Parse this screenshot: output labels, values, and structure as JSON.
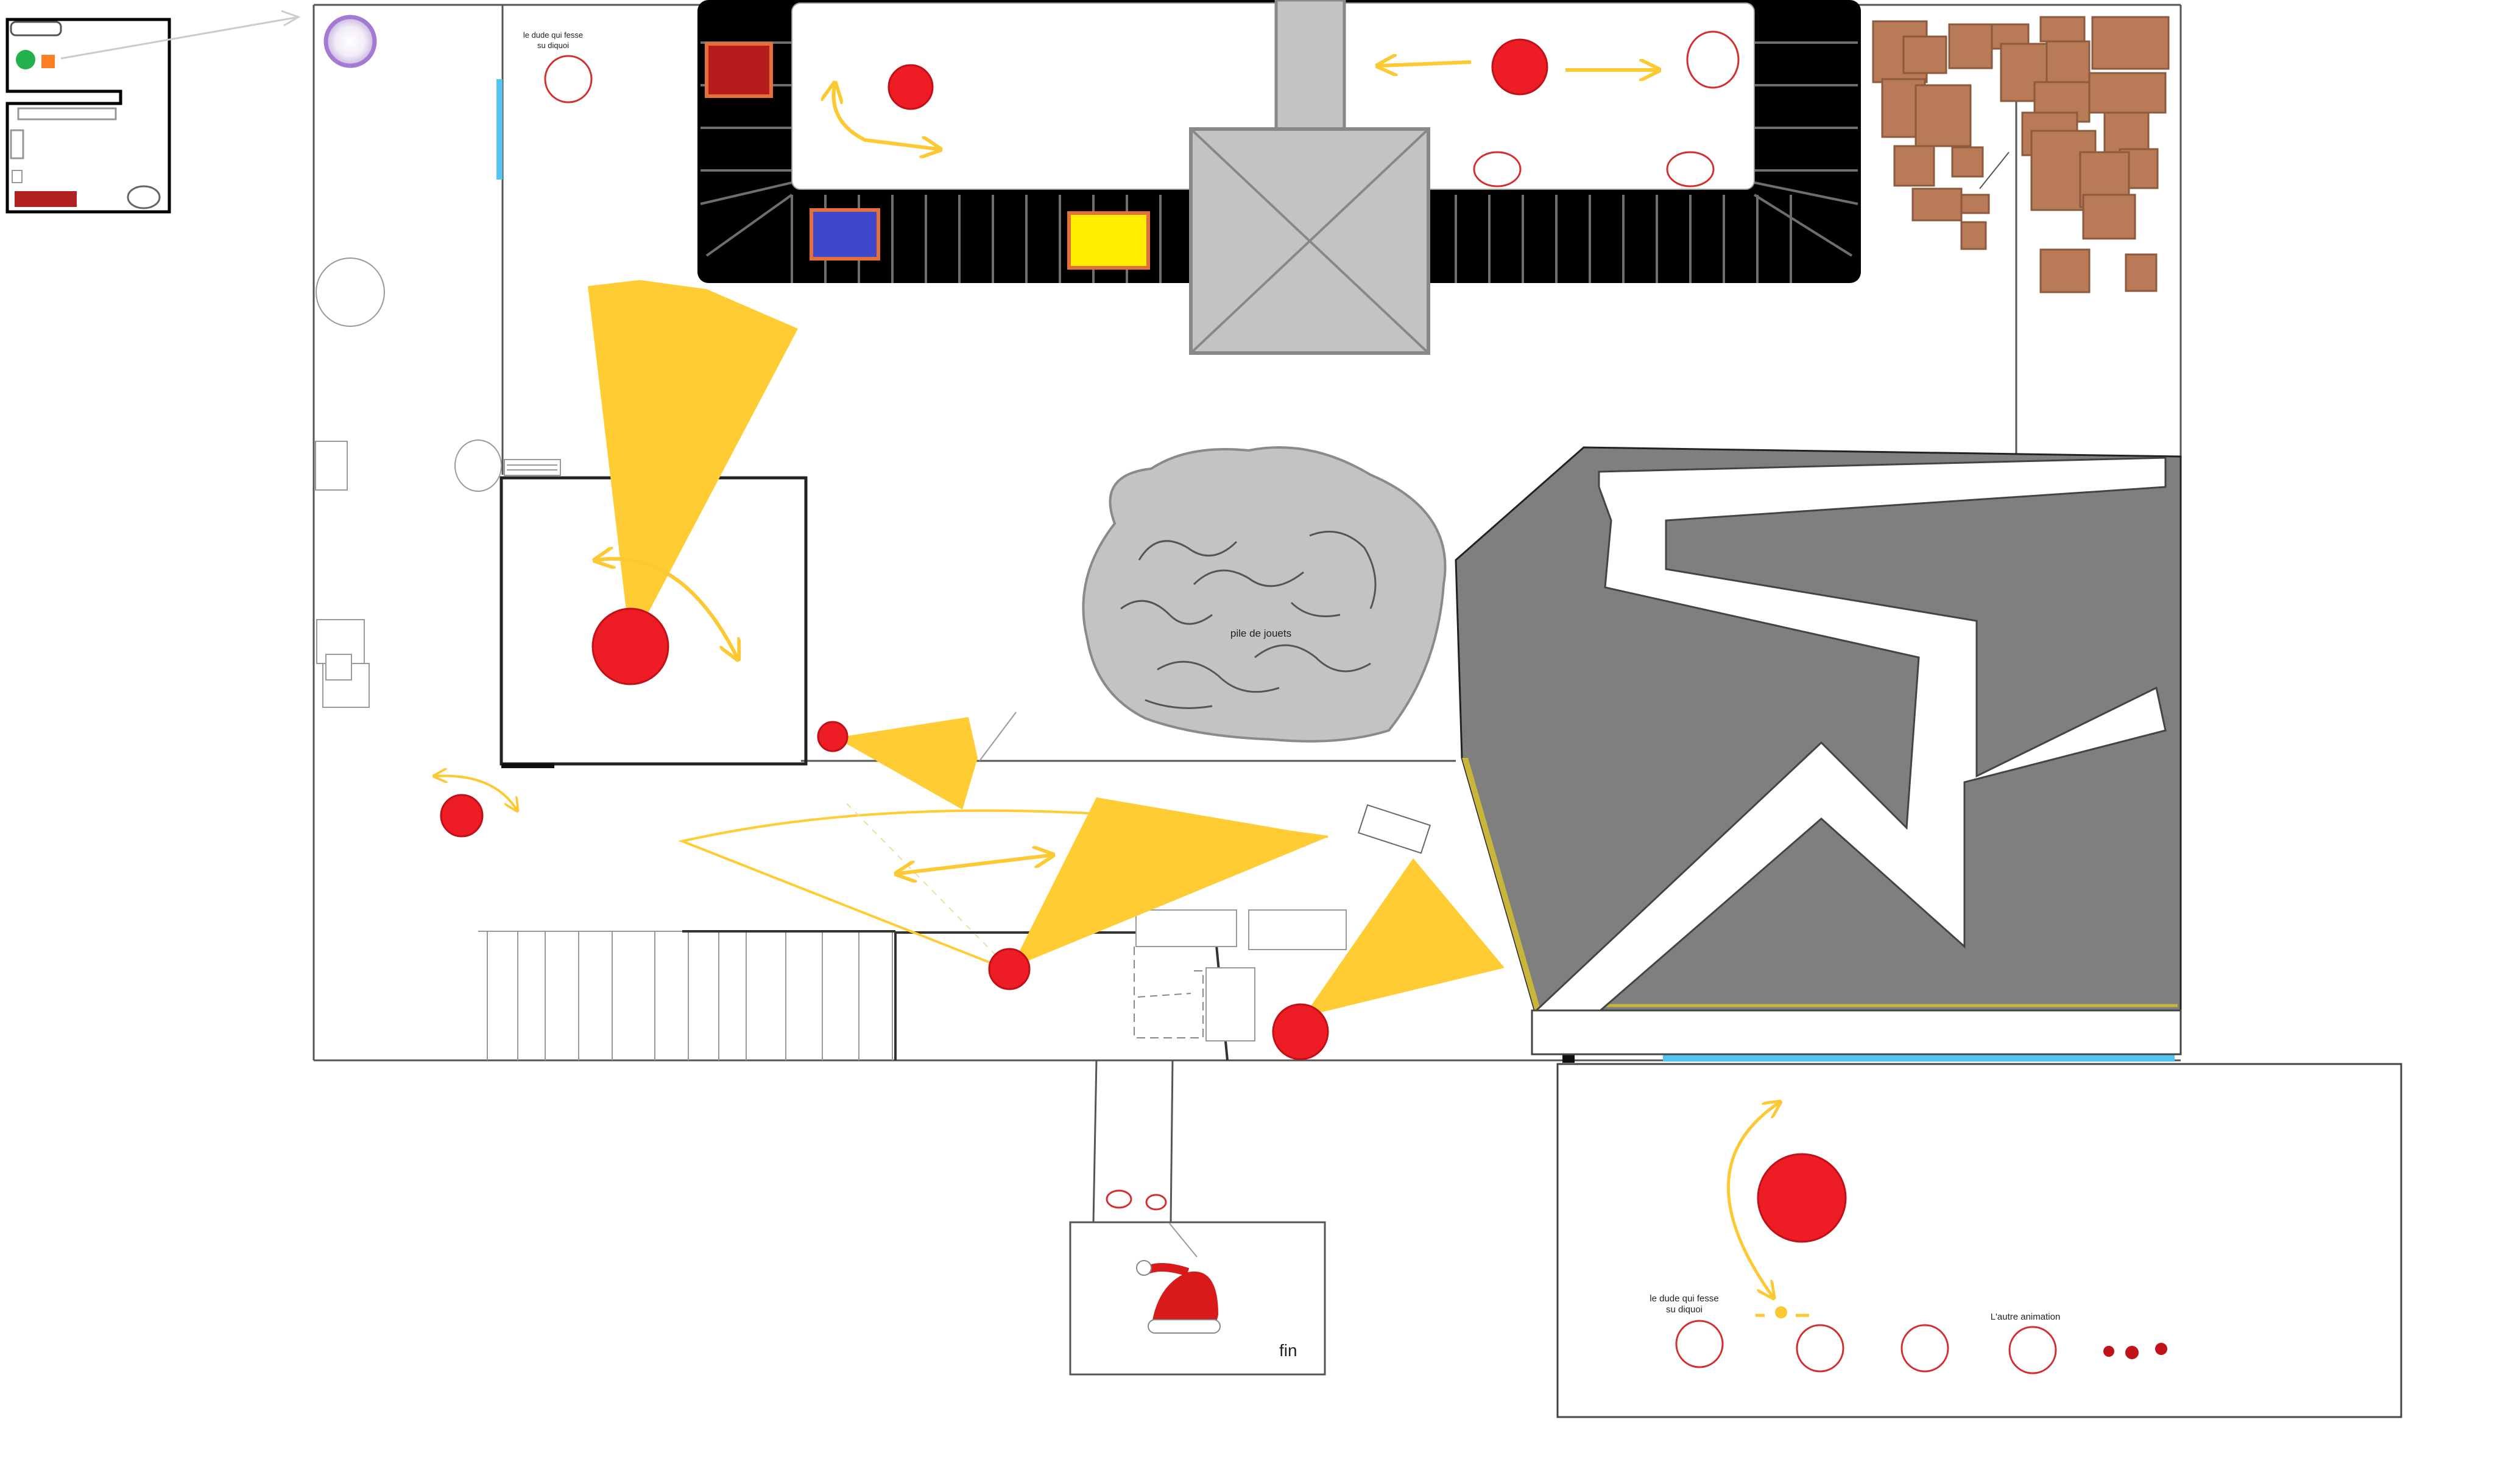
{
  "labels": {
    "dude_top": [
      "le dude qui fesse",
      "su diquoi"
    ],
    "toy_pile": "pile de jouets",
    "fin": "fin",
    "dude_bottom": [
      "le dude qui fesse",
      "su diquoi"
    ],
    "other_animation": "L'autre animation"
  },
  "colors": {
    "enemy": "#ee1c24",
    "vision_cone": "#ffcc33",
    "arrow": "#fcc933",
    "conveyor": "#000000",
    "box": "#b97a57",
    "pit": "#7f7f7f",
    "chimney": "#c3c3c3",
    "water": "#55c4f0"
  },
  "icons": {
    "portal": "portal-icon",
    "santa_hat": "santa-hat-icon",
    "minimap": "minimap-icon"
  }
}
